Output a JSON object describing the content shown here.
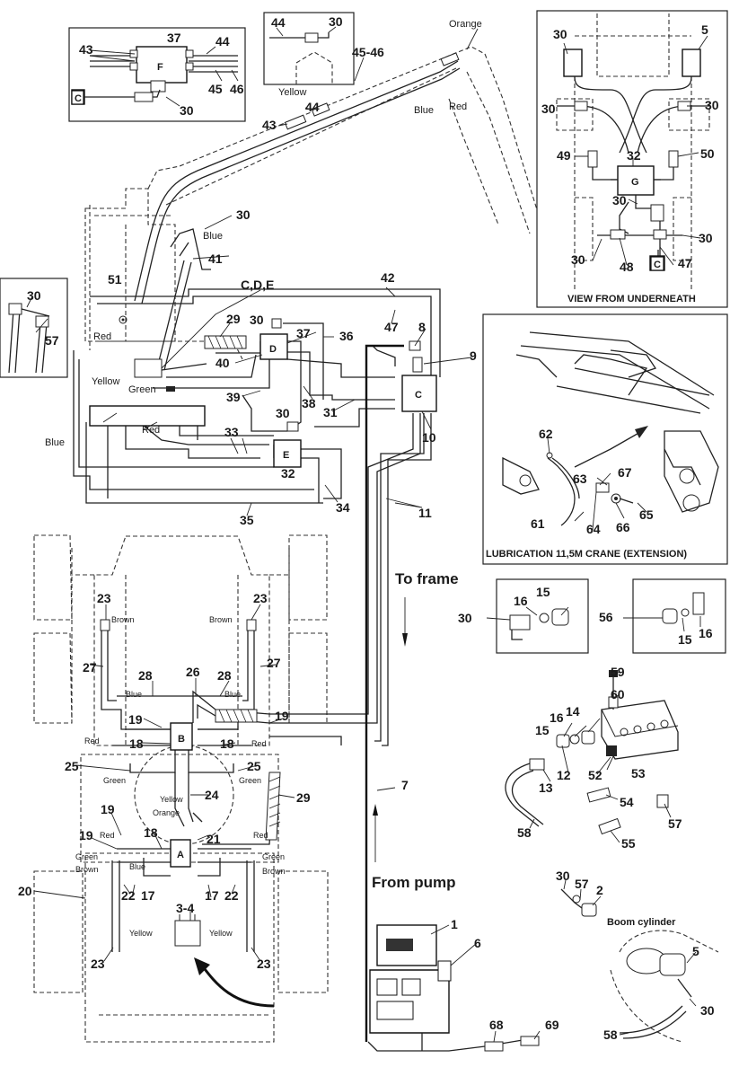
{
  "labels": {
    "l1": "1",
    "l2": "2",
    "l3_4": "3-4",
    "l5a": "5",
    "l5b": "5",
    "l6": "6",
    "l7": "7",
    "l8": "8",
    "l9": "9",
    "l10": "10",
    "l11": "11",
    "l12": "12",
    "l13": "13",
    "l14": "14",
    "l15a": "15",
    "l15b": "15",
    "l15c": "15",
    "l16a": "16",
    "l16b": "16",
    "l16c": "16",
    "l17a": "17",
    "l17b": "17",
    "l18a": "18",
    "l18b": "18",
    "l18c": "18",
    "l19a": "19",
    "l19b": "19",
    "l19c": "19",
    "l19d": "19",
    "l20": "20",
    "l21": "21",
    "l22a": "22",
    "l22b": "22",
    "l23a": "23",
    "l23b": "23",
    "l23c": "23",
    "l23d": "23",
    "l24": "24",
    "l25a": "25",
    "l25b": "25",
    "l26": "26",
    "l27a": "27",
    "l27b": "27",
    "l28a": "28",
    "l28b": "28",
    "l29a": "29",
    "l29b": "29",
    "l30a": "30",
    "l30b": "30",
    "l30c": "30",
    "l30d": "30",
    "l30e": "30",
    "l30f": "30",
    "l30g": "30",
    "l30h": "30",
    "l30i": "30",
    "l30j": "30",
    "l30k": "30",
    "l30l": "30",
    "l30m": "30",
    "l30n": "30",
    "l31": "31",
    "l32a": "32",
    "l32b": "32",
    "l33": "33",
    "l34": "34",
    "l35": "35",
    "l36": "36",
    "l37a": "37",
    "l37b": "37",
    "l38": "38",
    "l39": "39",
    "l40": "40",
    "l41": "41",
    "l42": "42",
    "l43a": "43",
    "l43b": "43",
    "l44a": "44",
    "l44b": "44",
    "l44c": "44",
    "l45": "45",
    "l45_46": "45-46",
    "l46": "46",
    "l47a": "47",
    "l47b": "47",
    "l48": "48",
    "l49": "49",
    "l50": "50",
    "l51": "51",
    "l52": "52",
    "l53": "53",
    "l54": "54",
    "l55": "55",
    "l56": "56",
    "l57a": "57",
    "l57b": "57",
    "l57c": "57",
    "l58a": "58",
    "l58b": "58",
    "l59": "59",
    "l60": "60",
    "l61": "61",
    "l62": "62",
    "l63": "63",
    "l64": "64",
    "l65": "65",
    "l66": "66",
    "l67": "67",
    "l68": "68",
    "l69": "69",
    "cde": "C,D,E"
  },
  "colors": {
    "orange": "Orange",
    "yellow1": "Yellow",
    "yellow2": "Yellow",
    "yellow3": "Yellow",
    "yellow4": "Yellow",
    "yellow5": "Yellow",
    "blue1": "Blue",
    "blue2": "Blue",
    "blue3": "Blue",
    "blue4": "Blue",
    "blue5": "Blue",
    "blue6": "Blue",
    "red1": "Red",
    "red2": "Red",
    "red3": "Red",
    "red4": "Red",
    "red5": "Red",
    "red6": "Red",
    "red7": "Red",
    "green1": "Green",
    "green2": "Green",
    "green3": "Green",
    "green4": "Green",
    "green5": "Green",
    "brown1": "Brown",
    "brown2": "Brown",
    "brown3": "Brown",
    "brown4": "Brown",
    "orange2": "Orange"
  },
  "blocks": {
    "a": "A",
    "b": "B",
    "c": "C",
    "d": "D",
    "e": "E",
    "f": "F",
    "g": "G"
  },
  "captions": {
    "underneath": "VIEW FROM UNDERNEATH",
    "lubrication": "LUBRICATION 11,5M CRANE (EXTENSION)",
    "to_frame": "To frame",
    "from_pump": "From pump",
    "boom_cylinder": "Boom cylinder"
  },
  "boxed": {
    "c1": "C",
    "c2": "C"
  }
}
